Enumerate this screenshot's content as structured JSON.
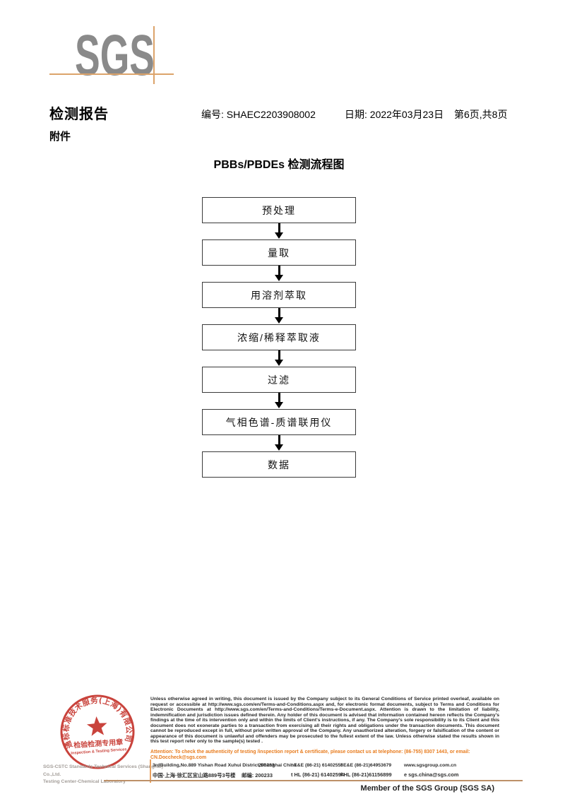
{
  "colors": {
    "sgs_gray": "#8a8a8a",
    "tan_line": "#dca36a",
    "bottom_tan_line": "#bd9068",
    "stamp_red": "#c5342c",
    "attention_orange": "#e87c1e"
  },
  "logo": {
    "text": "SGS"
  },
  "header": {
    "report_title": "检测报告",
    "report_no": "编号: SHAEC2203908002",
    "date": "日期: 2022年03月23日",
    "pages": "第6页,共8页",
    "attachment": "附件"
  },
  "flowchart": {
    "title": "PBBs/PBDEs 检测流程图",
    "steps": [
      "预处理",
      "量取",
      "用溶剂萃取",
      "浓缩/稀释萃取液",
      "过滤",
      "气相色谱-质谱联用仪",
      "数据"
    ]
  },
  "stamp": {
    "ring_text": "通标标准技术服务(上海)有限公司",
    "center_line_cn": "检验检测专用章",
    "center_line_en": "Inspection & Testing Services",
    "company_line1": "SGS-CSTC Standards Technical Services (Shanghai) Co.,Ltd.",
    "company_line2": "Testing Center-Chemical Laboratory"
  },
  "footer": {
    "legal": "Unless otherwise agreed in writing, this document is issued by the Company subject to its General Conditions of Service printed overleaf, available on request or accessible at http://www.sgs.com/en/Terms-and-Conditions.aspx and, for electronic format documents, subject to Terms and Conditions for Electronic Documents at http://www.sgs.com/en/Terms-and-Conditions/Terms-e-Document.aspx. Attention is drawn to the limitation of liability, indemnification and jurisdiction issues defined therein. Any holder of this document is advised that information contained hereon reflects the Company's findings at the time of its intervention only and within the limits of Client's instructions, if any. The Company's sole responsibility is to its Client and this document does not exonerate parties to a transaction from exercising all their rights and obligations under the transaction documents. This document cannot be reproduced except in full, without prior written approval of the Company. Any unauthorized alteration, forgery or falsification of the content or appearance of this document is unlawful and offenders may be prosecuted to the fullest extent of the law. Unless otherwise stated the results shown in this test report refer only to the sample(s) tested .",
    "attention": "Attention: To check the authenticity of testing /inspection report & certificate, please contact us at telephone: (86-755) 8307 1443, or email: CN.Doccheck@sgs.com",
    "address_en": "3rdBuilding,No.889 Yishan Road Xuhui District,Shanghai China",
    "postal_en": "200233",
    "tel_en": "t E&E (86-21) 61402553",
    "fax_en": "f E&E (86-21)64953679",
    "web": "www.sgsgroup.com.cn",
    "address_cn": "中国·上海·徐汇区宜山路889号3号楼",
    "postal_cn": "邮编: 200233",
    "tel_cn": "t HL (86-21) 61402594",
    "fax_cn": "f HL (86-21)61156899",
    "email": "e sgs.china@sgs.com",
    "member": "Member of the SGS Group (SGS SA)"
  }
}
